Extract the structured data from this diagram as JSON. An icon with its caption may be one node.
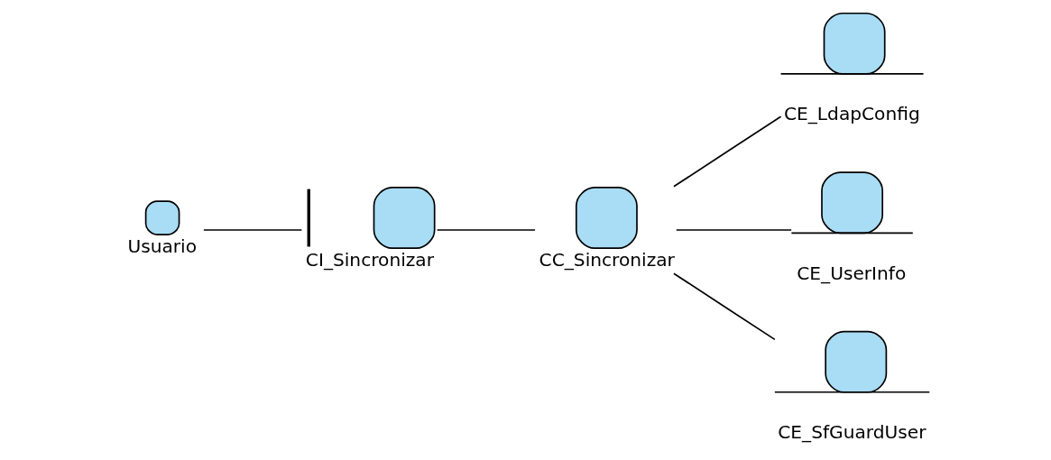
{
  "diagram": {
    "nodes": [
      {
        "text": [
          "Usuario"
        ]
      },
      {
        "text": [
          "CI_Sincronizar"
        ]
      },
      {
        "text": [
          "CC_Sincronizar"
        ]
      },
      {
        "text": [
          "CE_LdapConfig"
        ]
      },
      {
        "text": [
          "CE_UserInfo"
        ]
      },
      {
        "text": [
          "CE_SfGuardUser"
        ]
      }
    ],
    "edges": [
      {
        "from": 0,
        "to": 1,
        "arrow": "none"
      },
      {
        "from": 1,
        "to": 2,
        "arrow": "none"
      },
      {
        "from": 2,
        "to": 3,
        "arrow": "none"
      },
      {
        "from": 2,
        "to": 4,
        "arrow": "none"
      },
      {
        "from": 2,
        "to": 5,
        "arrow": "none"
      }
    ]
  }
}
